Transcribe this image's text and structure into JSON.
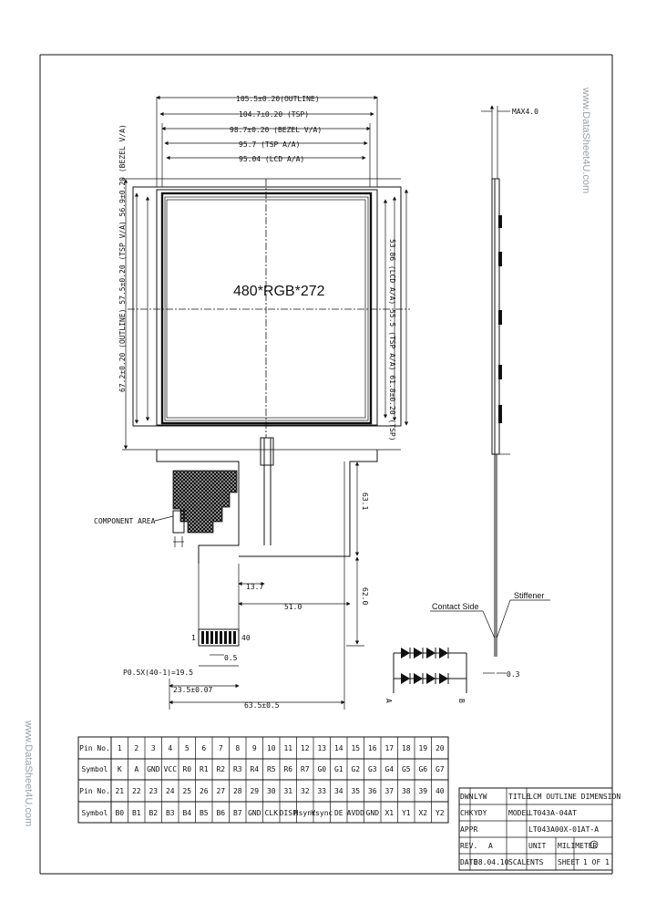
{
  "watermarks": {
    "right": "www.DataSheet4U.com",
    "left": "www.DataSheet4U.com"
  },
  "front_view": {
    "dims_top": [
      "105.5±0.20(OUTLINE)",
      "104.7±0.20 (TSP)",
      "98.7±0.20 (BEZEL V/A)",
      "95.7 (TSP A/A)",
      "95.04 (LCD A/A)"
    ],
    "dims_left": "67.2±0.20 (OUTLINE)  57.5±0.20 (TSP V/A)  56.9±0.20 (BEZEL V/A)",
    "dims_right": "53.86 (LCD A/A)  55.5 (TSP A/A)  61.8±0.20 (TSP)",
    "resolution_label": "480*RGB*272",
    "component_area_label": "COMPONENT AREA",
    "fpc_dims": {
      "length_1": "63.1",
      "length_2": "62.0",
      "offset": "13.7",
      "width": "51.0",
      "pin_first": "1",
      "pin_last": "40",
      "pitch_gap": "0.5",
      "pitch": "P0.5X(40-1)=19.5",
      "tail_width": "23.5±0.07",
      "total_width": "63.5±0.5"
    }
  },
  "side_view": {
    "max_thickness": "MAX4.0",
    "stiffener_label": "Stiffener",
    "contact_side_label": "Contact Side",
    "thickness_dim": "0.3",
    "mark_a": "A",
    "mark_b": "B"
  },
  "pin_table": {
    "rows": [
      {
        "header": "Pin No.",
        "cells": [
          "1",
          "2",
          "3",
          "4",
          "5",
          "6",
          "7",
          "8",
          "9",
          "10",
          "11",
          "12",
          "13",
          "14",
          "15",
          "16",
          "17",
          "18",
          "19",
          "20"
        ]
      },
      {
        "header": "Symbol",
        "cells": [
          "K",
          "A",
          "GND",
          "VCC",
          "R0",
          "R1",
          "R2",
          "R3",
          "R4",
          "R5",
          "R6",
          "R7",
          "G0",
          "G1",
          "G2",
          "G3",
          "G4",
          "G5",
          "G6",
          "G7"
        ]
      },
      {
        "header": "Pin No.",
        "cells": [
          "21",
          "22",
          "23",
          "24",
          "25",
          "26",
          "27",
          "28",
          "29",
          "30",
          "31",
          "32",
          "33",
          "34",
          "35",
          "36",
          "37",
          "38",
          "39",
          "40"
        ]
      },
      {
        "header": "Symbol",
        "cells": [
          "B0",
          "B1",
          "B2",
          "B3",
          "B4",
          "B5",
          "B6",
          "B7",
          "GND",
          "CLK",
          "DISP",
          "Hsync",
          "Vsync",
          "DE",
          "AVDD",
          "GND",
          "X1",
          "Y1",
          "X2",
          "Y2"
        ]
      }
    ]
  },
  "title_block": {
    "drawn_label": "DWN",
    "drawn_value": "LYW",
    "title_label": "TITLE",
    "title_value": "LCM OUTLINE DIMENSION",
    "checked_label": "CHK",
    "checked_value": "YDY",
    "model_label": "MODEL",
    "model_value": "LT043A-04AT",
    "approved_label": "APPR",
    "part_value": "LT043A00X-01AT-A",
    "rev_label": "REV.",
    "rev_value": "A",
    "unit_label": "UNIT",
    "unit_value": "MILIMETER",
    "date_label": "DATE",
    "date_value": "08.04.10",
    "scale_label": "SCALE",
    "scale_value": "NTS",
    "sheet_label": "SHEET",
    "sheet_value": "1 OF 1"
  }
}
